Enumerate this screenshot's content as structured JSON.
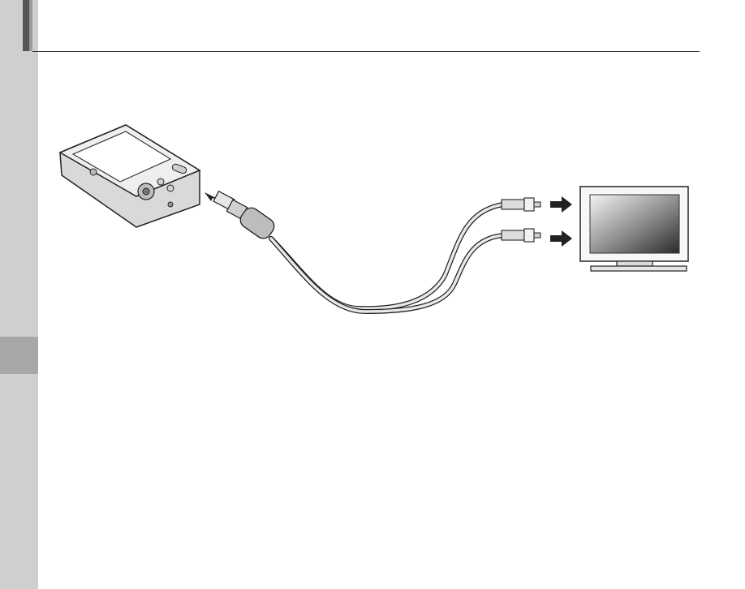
{
  "page": {
    "section_tab": {
      "color": "#a7a7a7"
    },
    "side_strip": {
      "color": "#cfcfcf"
    }
  },
  "illustration": {
    "items": [
      "camera",
      "usb-connector",
      "av-cable",
      "rca-plugs",
      "insert-arrows",
      "television"
    ]
  }
}
